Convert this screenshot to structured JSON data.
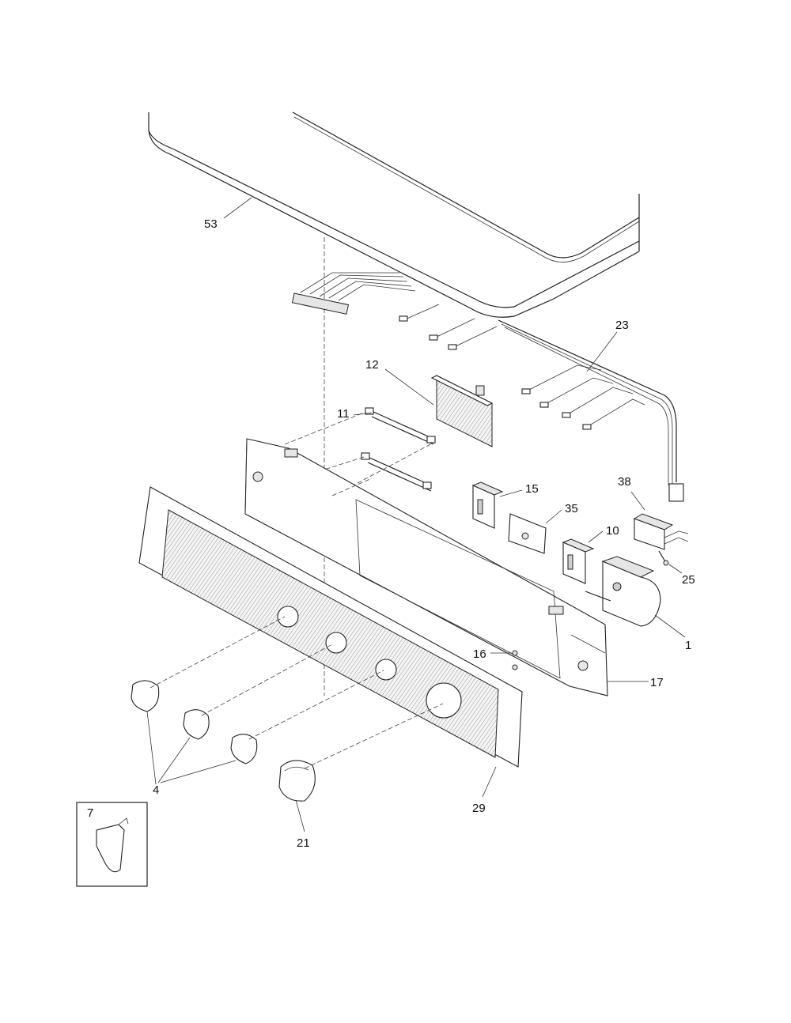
{
  "labels": {
    "p53": "53",
    "p23": "23",
    "p12": "12",
    "p11": "11",
    "p15": "15",
    "p35": "35",
    "p38": "38",
    "p10": "10",
    "p25": "25",
    "p1": "1",
    "p16": "16",
    "p17": "17",
    "p4": "4",
    "p29": "29",
    "p21": "21",
    "p7": "7"
  }
}
